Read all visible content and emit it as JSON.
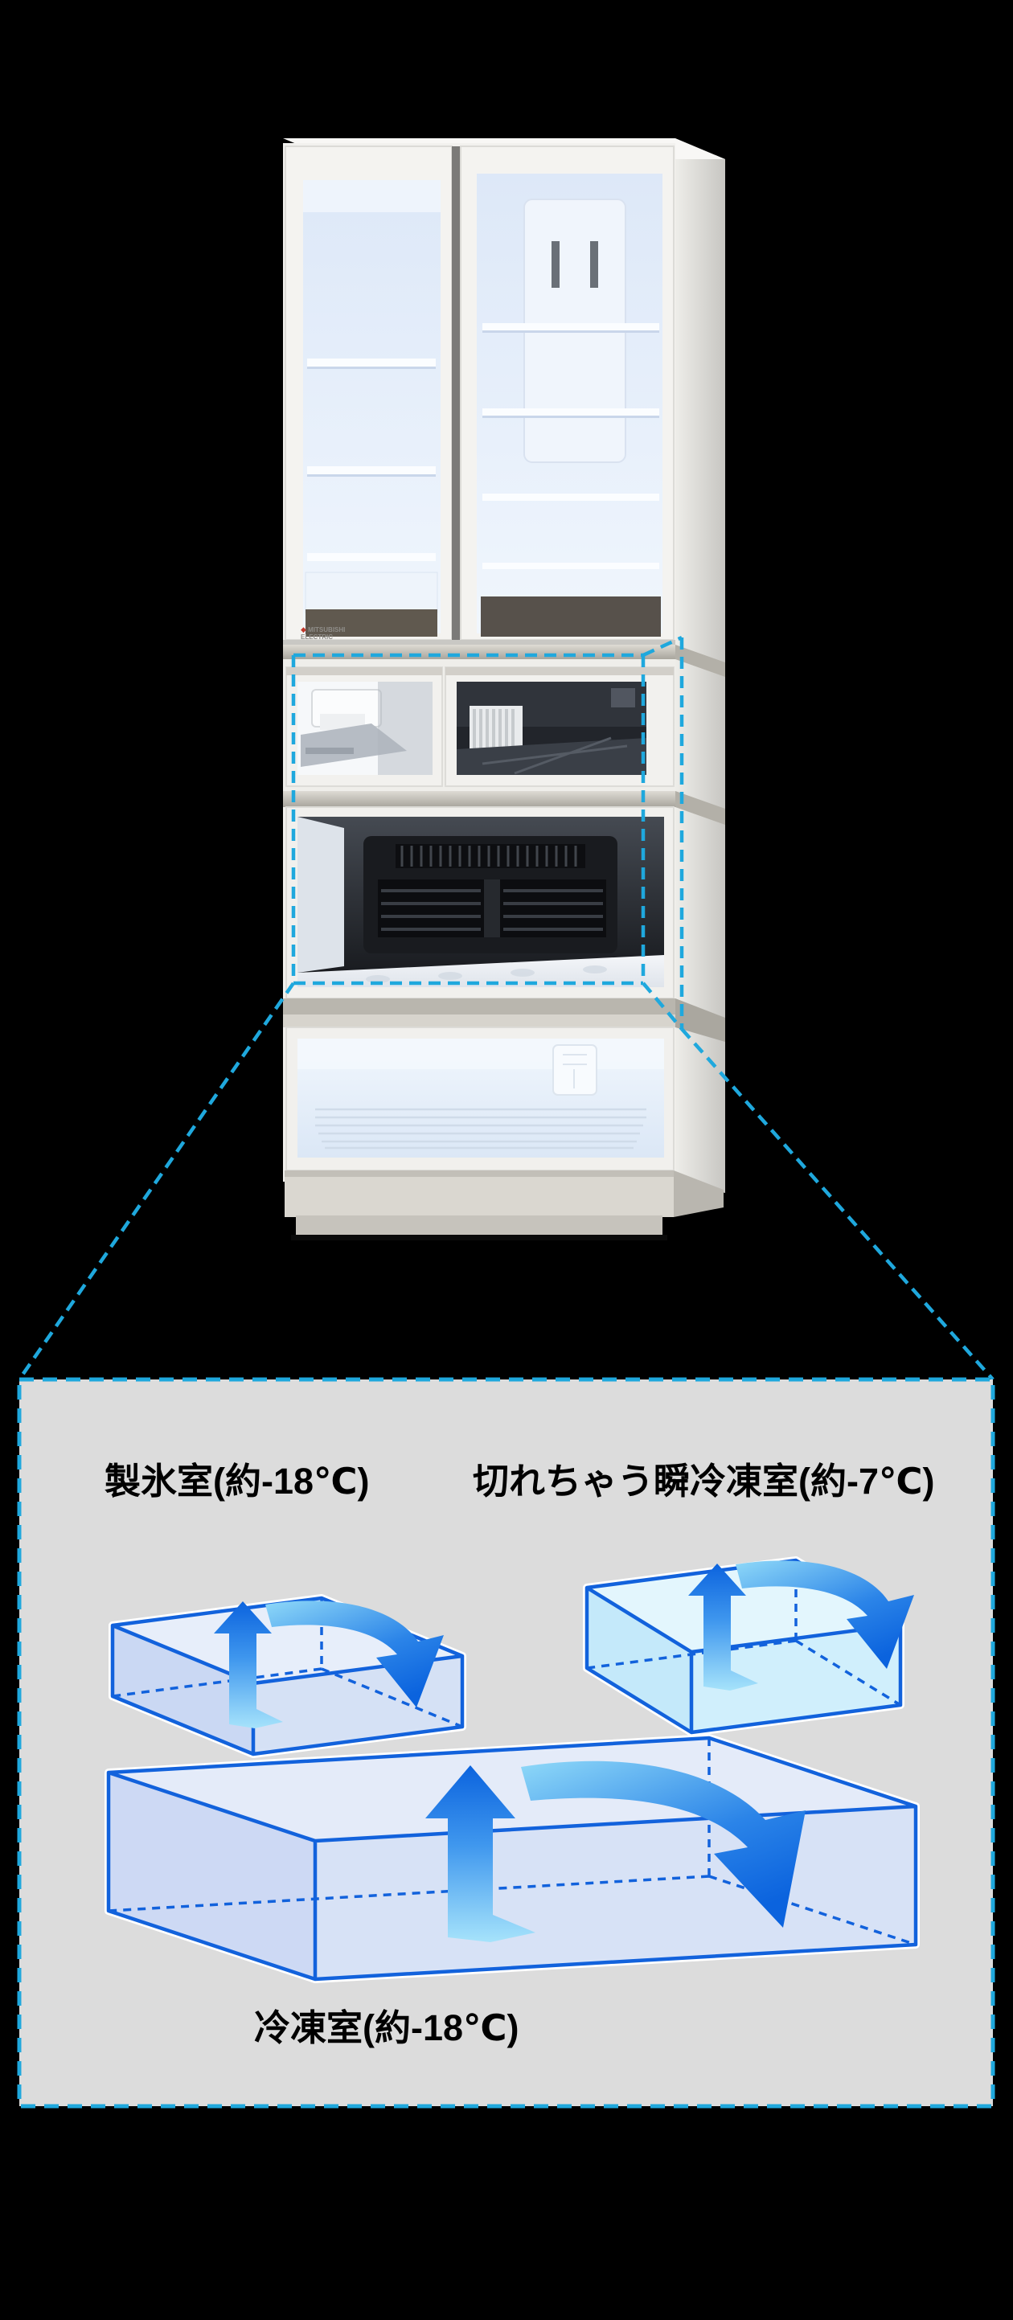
{
  "page": {
    "background": "#000000"
  },
  "fridge": {
    "brand": "MITSUBISHI ELECTRIC"
  },
  "diagram": {
    "panel_bg": "#dcdcdc",
    "dash_color": "#1fa8dd",
    "edge_color": "#1262dc",
    "arrow_light": "#a6e3fb",
    "arrow_dark": "#0b63de",
    "labels": {
      "ice_room": "製氷室(約-18℃)",
      "instant_freezer": "切れちゃう瞬冷凍室(約-7℃)",
      "freezer": "冷凍室(約-18℃)"
    }
  }
}
